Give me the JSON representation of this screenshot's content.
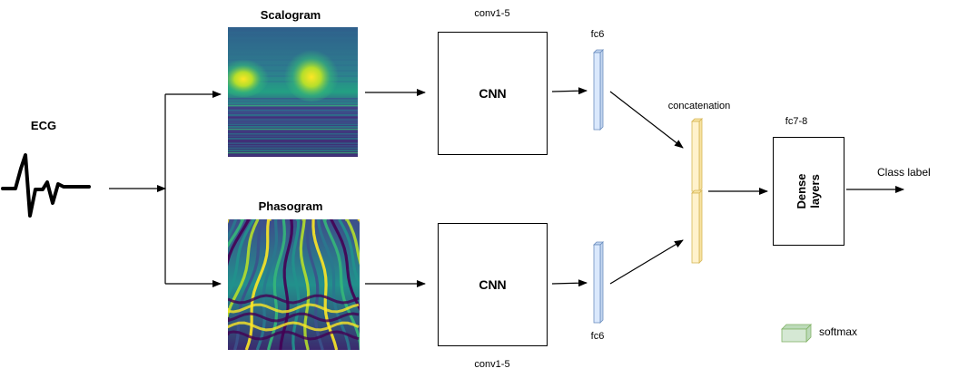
{
  "input": {
    "label": "ECG"
  },
  "branches": [
    {
      "image_title": "Scalogram",
      "conv_label": "conv1-5",
      "cnn_label": "CNN",
      "fc_label": "fc6"
    },
    {
      "image_title": "Phasogram",
      "conv_label": "conv1-5",
      "cnn_label": "CNN",
      "fc_label": "fc6"
    }
  ],
  "fusion": {
    "label": "concatenation"
  },
  "dense": {
    "top_label": "fc7-8",
    "line1": "Dense",
    "line2": "layers"
  },
  "output": {
    "label": "Class label"
  },
  "legend": {
    "softmax_label": "softmax"
  },
  "colors": {
    "fc_fill": "#dae8fc",
    "fc_stroke": "#6c8ebf",
    "concat_fill": "#fff2cc",
    "concat_stroke": "#d6b656",
    "softmax_fill": "#d5e8d4",
    "softmax_stroke": "#82b366",
    "scalogram_base": "#35457f",
    "viridis_yellow": "#fde725"
  }
}
